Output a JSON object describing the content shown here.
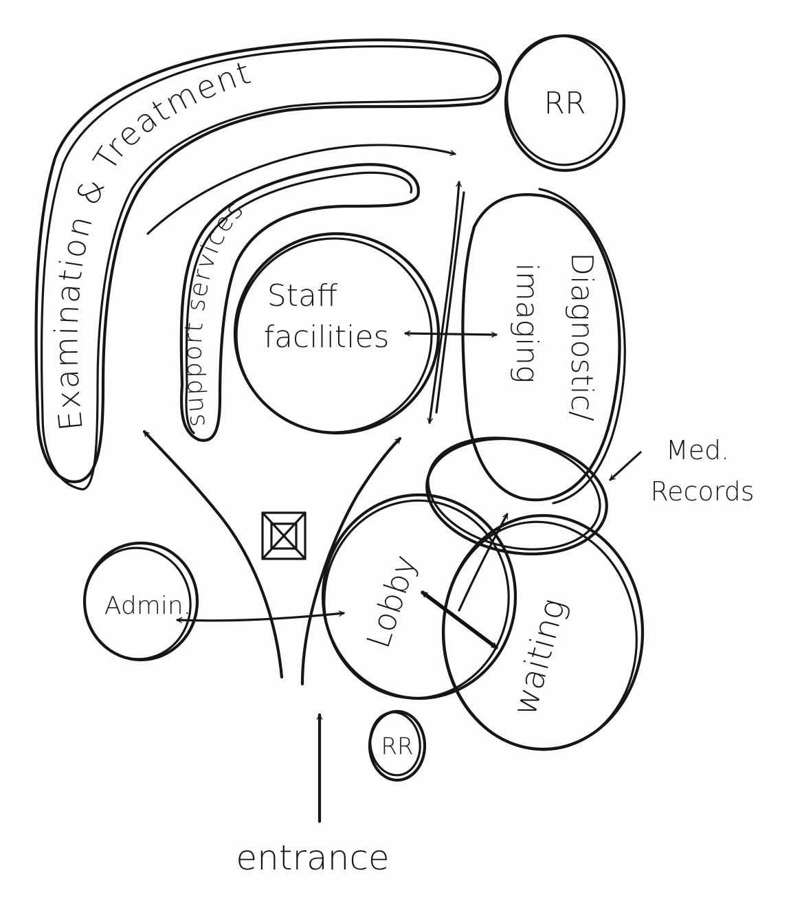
{
  "labels": {
    "exam_treatment": "Examination & Treatment",
    "rr_top": "RR",
    "support_services": "support services",
    "staff_facilities_line1": "Staff",
    "staff_facilities_line2": "facilities",
    "diagnostic_imaging_line1": "Diagnostic/",
    "diagnostic_imaging_line2": "imaging",
    "med_records_line1": "Med.",
    "med_records_line2": "Records",
    "admin": "Admin.",
    "lobby": "Lobby",
    "waiting": "waiting",
    "rr_bottom": "RR",
    "entrance": "entrance"
  },
  "colors": {
    "ink": "#161616",
    "paper": "#fdfdfb"
  }
}
